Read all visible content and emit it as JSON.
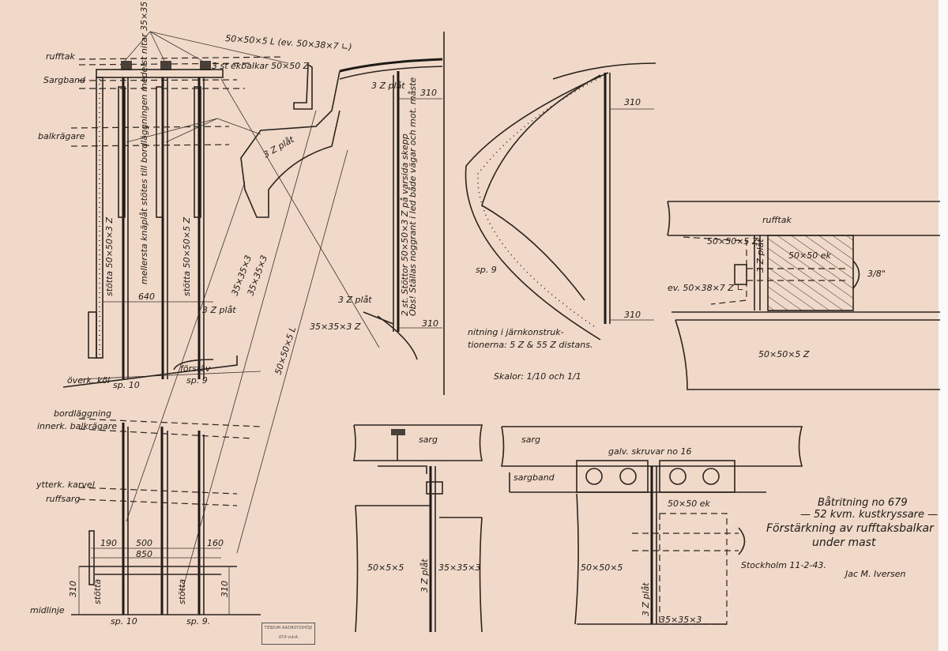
{
  "drawing": {
    "title_block": {
      "drawing_no": "Båtritning no 679",
      "boat_type": "— 52 kvm. kustkryssare —",
      "subject": "Förstärkning av rufftaksbalkar",
      "subject_2": "under mast",
      "place_date": "Stockholm 11-2-43.",
      "signature": "Jac M. Iversen"
    },
    "stamp": {
      "text": "SJÖHISTORISKA MUSEET",
      "ref": "Arkiv 679"
    },
    "left_view": {
      "rufftak": "rufftak",
      "sargband": "Sargband",
      "balkragare": "balkrägare",
      "ekbalkar": "3 st ekbalkar 50×50 Z",
      "angle_note": "50×50×5 L (ev. 50×38×7 ∟)",
      "vertical_note_1": "stötta 50×50×3 Z",
      "vertical_note_2": "mellersta knäplåt stötes till bordläggningen medelst nitar 35×35×3 Z",
      "stotta_note": "stötta 50×50×5 Z",
      "dim_640": "640",
      "plat": "3 Z plåt",
      "dim_35": "35×35×3 Z",
      "dim_35b": "35×35×3",
      "dim_35c": "35×35×3",
      "diag_L": "50×50×5 L",
      "overk_kol": "överk. köl",
      "forstav": "förstäv",
      "sp10": "sp. 10",
      "sp9": "sp. 9",
      "bordlaggning": "bordläggning",
      "innerk": "innerk. balkrägare",
      "ytterk": "ytterk. karvel",
      "ruffsarg": "ruffsarg",
      "d190": "190",
      "d500": "500",
      "d850": "850",
      "d160": "160",
      "d310a": "310",
      "d310b": "310",
      "stotta1": "stötta",
      "stotta2": "stötta",
      "midlinje": "midlinje",
      "sp10b": "sp. 10",
      "sp9b": "sp. 9."
    },
    "middle_view": {
      "plat1": "3 Z plåt",
      "plat2": "3 Z plåt",
      "d310a": "310",
      "d310b": "310",
      "stiffener": "2 st. Stöttor 50×50×3 Z på varsida skepp",
      "stiffener_2": "Obs! Ställas noggrant i led både vägar och mot. måste",
      "sp9": "sp. 9"
    },
    "right_profile": {
      "d310a": "310",
      "d310b": "310",
      "rivet_note_1": "nitning i järnkonstruk-",
      "rivet_note_2": "tionerna: 5 Z & 55 Z distans.",
      "scale": "Skalor: 1/10 och 1/1"
    },
    "detail_1": {
      "rufftak": "rufftak",
      "angle": "50×50×5 Z",
      "ek": "50×50 ek",
      "alt": "ev. 50×38×7 Z ∟",
      "bolt": "3/8\"",
      "plat": "3 Z plåt",
      "bottom": "50×50×5 Z"
    },
    "detail_2": {
      "sarg": "sarg",
      "left_dim": "50×5×5",
      "plat": "3 Z plåt",
      "right_dim": "35×35×3"
    },
    "detail_3": {
      "sarg": "sarg",
      "sargband": "sargband",
      "screws": "galv. skruvar no 16",
      "ek": "50×50 ek",
      "angle": "50×50×5",
      "plat": "3 Z plåt",
      "bottom": "35×35×3"
    },
    "colors": {
      "paper": "#f0d9c8",
      "ink": "#1e1a17"
    }
  }
}
